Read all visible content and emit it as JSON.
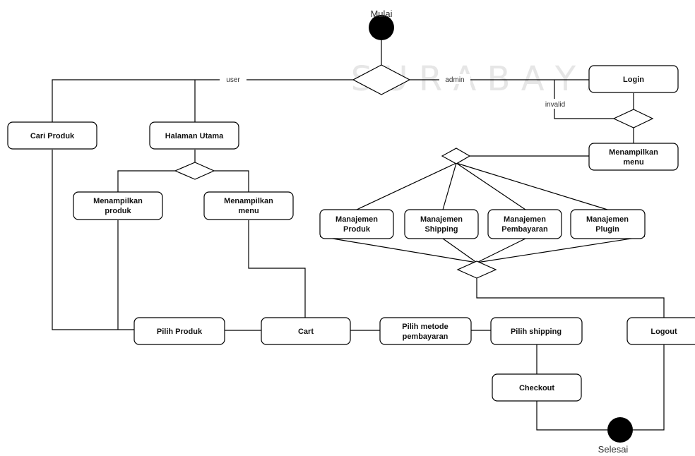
{
  "watermark": {
    "big": "",
    "sub": "S U R A B A Y A"
  },
  "terminals": {
    "start": "Mulai",
    "end": "Selesai"
  },
  "edges": {
    "user": "user",
    "admin": "admin",
    "invalid": "invalid"
  },
  "nodes": {
    "login": "Login",
    "admin_menu": [
      "Menampilkan",
      "menu"
    ],
    "cari_produk": "Cari Produk",
    "halaman_utama": "Halaman Utama",
    "tampil_produk": [
      "Menampilkan",
      "produk"
    ],
    "tampil_menu": [
      "Menampilkan",
      "menu"
    ],
    "mj_produk": [
      "Manajemen",
      "Produk"
    ],
    "mj_shipping": [
      "Manajemen",
      "Shipping"
    ],
    "mj_pembayaran": [
      "Manajemen",
      "Pembayaran"
    ],
    "mj_plugin": [
      "Manajemen",
      "Plugin"
    ],
    "pilih_produk": "Pilih Produk",
    "cart": "Cart",
    "metode": [
      "Pilih metode",
      "pembayaran"
    ],
    "shipping": "Pilih shipping",
    "checkout": "Checkout",
    "logout": "Logout"
  }
}
